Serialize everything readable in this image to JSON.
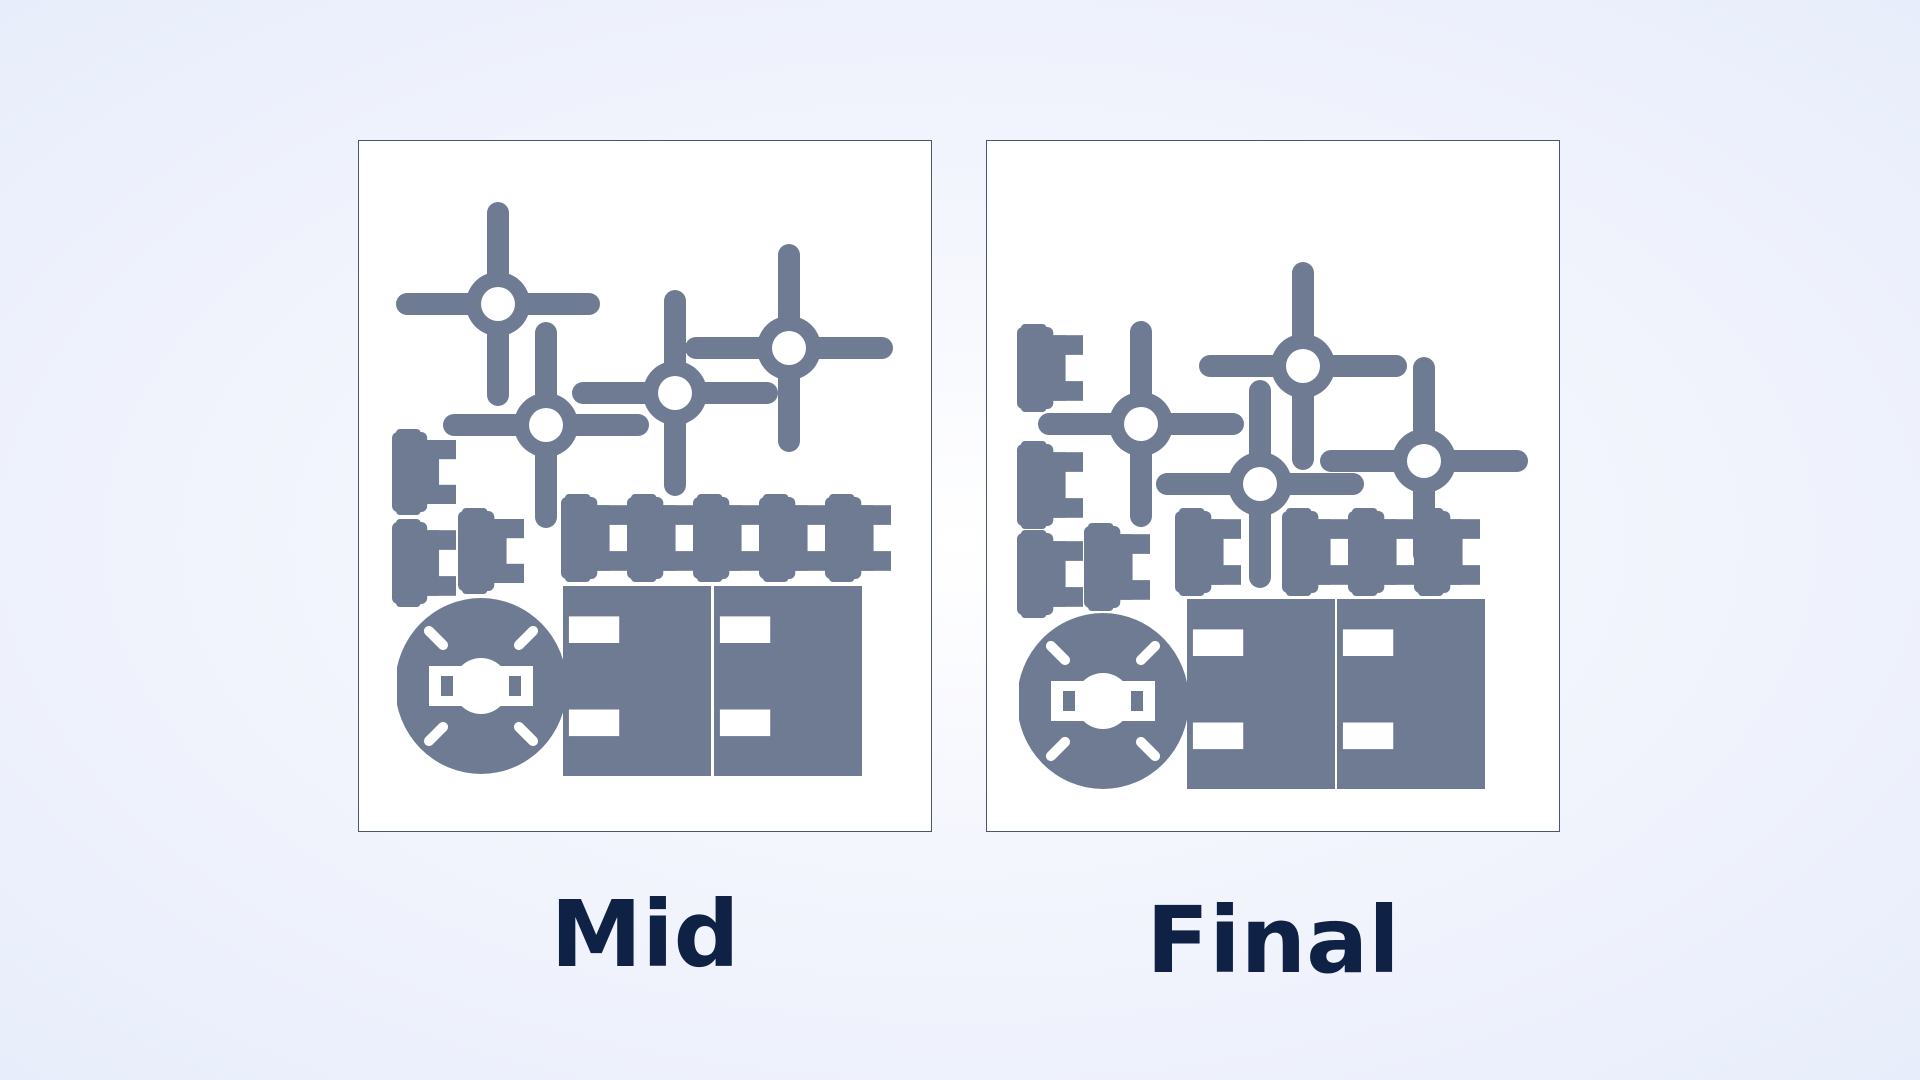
{
  "panels": [
    {
      "id": "mid",
      "label": "Mid"
    },
    {
      "id": "final",
      "label": "Final"
    }
  ],
  "colors": {
    "part_fill": "#6e7b92",
    "panel_border": "#4a5670",
    "label_text": "#0f2145",
    "background": "#eef1fb"
  },
  "part_icons": [
    "cross-connector-icon",
    "e-bracket-icon",
    "wheel-icon",
    "large-e-plate-icon"
  ]
}
